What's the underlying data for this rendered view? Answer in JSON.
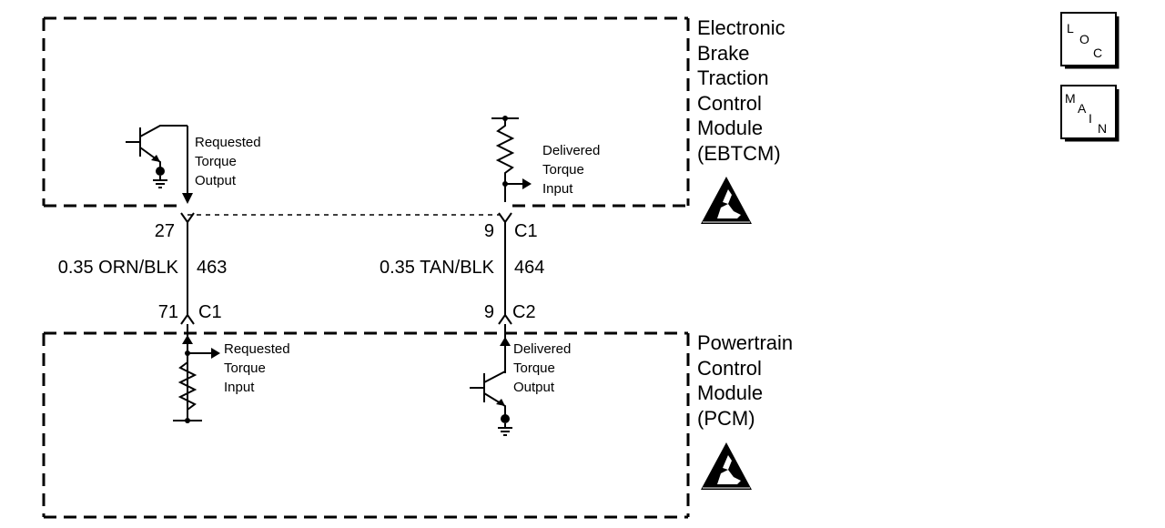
{
  "modules": {
    "ebtcm": {
      "lines": [
        "Electronic",
        "Brake",
        "Traction",
        "Control",
        "Module",
        "(EBTCM)"
      ]
    },
    "pcm": {
      "lines": [
        "Powertrain",
        "Control",
        "Module",
        "(PCM)"
      ]
    }
  },
  "signals": {
    "requested_torque_output": [
      "Requested",
      "Torque",
      "Output"
    ],
    "delivered_torque_input": [
      "Delivered",
      "Torque",
      "Input"
    ],
    "requested_torque_input": [
      "Requested",
      "Torque",
      "Input"
    ],
    "delivered_torque_output": [
      "Delivered",
      "Torque",
      "Output"
    ]
  },
  "circuits": [
    {
      "top_pin": "27",
      "top_connector": "",
      "wire": "0.35 ORN/BLK",
      "circuit_number": "463",
      "bottom_pin": "71",
      "bottom_connector": "C1"
    },
    {
      "top_pin": "9",
      "top_connector": "C1",
      "wire": "0.35 TAN/BLK",
      "circuit_number": "464",
      "bottom_pin": "9",
      "bottom_connector": "C2"
    }
  ],
  "nav_buttons": {
    "loc": [
      "L",
      "O",
      "C"
    ],
    "main": [
      "M",
      "A",
      "I",
      "N"
    ]
  }
}
